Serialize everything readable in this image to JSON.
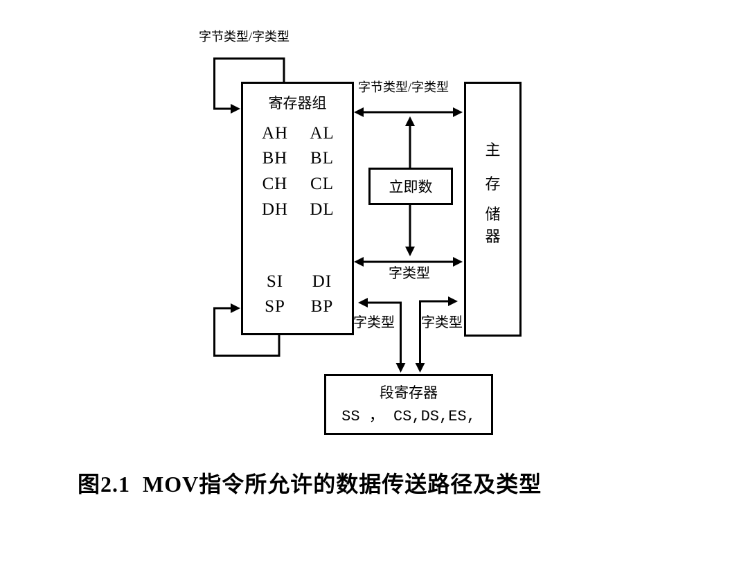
{
  "labels": {
    "register_self_loop": "字节类型/字类型",
    "register_memory": "字节类型/字类型",
    "word_middle": "字类型",
    "word_left": "字类型",
    "word_right": "字类型"
  },
  "register_box": {
    "title": "寄存器组",
    "upper_rows": [
      [
        "AH",
        "AL"
      ],
      [
        "BH",
        "BL"
      ],
      [
        "CH",
        "CL"
      ],
      [
        "DH",
        "DL"
      ]
    ],
    "lower_rows": [
      [
        "SI",
        "DI"
      ],
      [
        "SP",
        "BP"
      ]
    ]
  },
  "immediate_box": {
    "label": "立即数"
  },
  "memory_box": {
    "title_chars": [
      "主",
      "存",
      "储",
      "器"
    ]
  },
  "segment_box": {
    "title": "段寄存器",
    "registers": "SS ， CS,DS,ES,"
  },
  "caption": "图2.1  MOV指令所允许的数据传送路径及类型",
  "colors": {
    "line": "#000000",
    "background": "#ffffff"
  }
}
